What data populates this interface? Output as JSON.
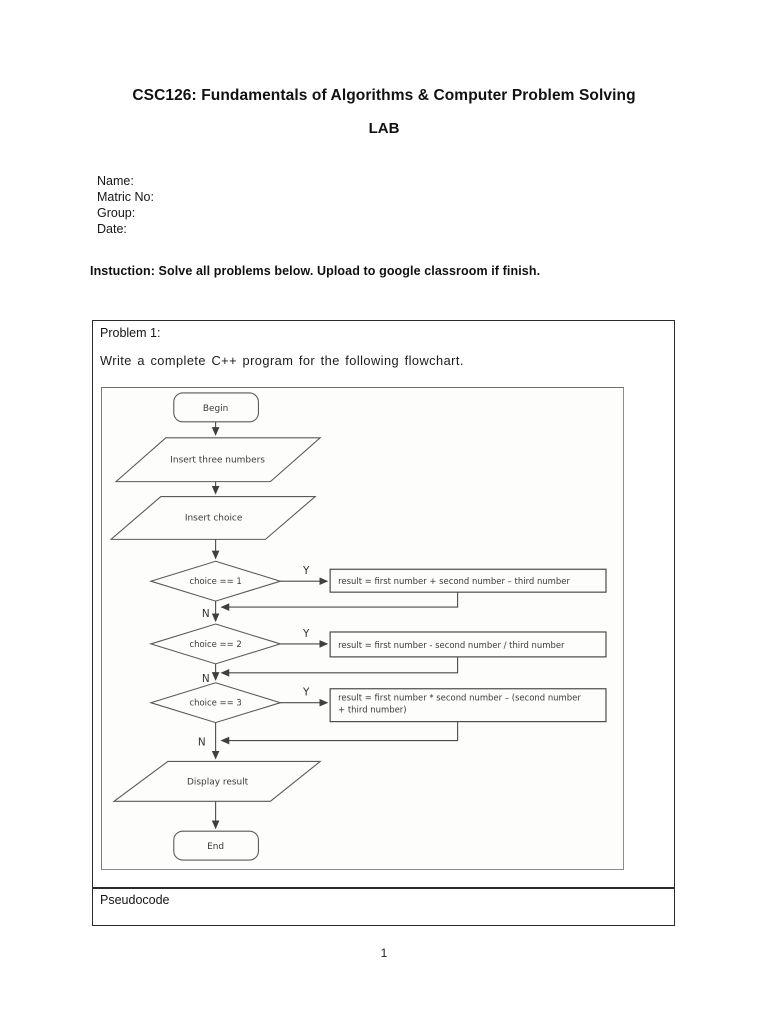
{
  "document": {
    "title": "CSC126: Fundamentals of Algorithms & Computer Problem Solving",
    "subtitle": "LAB",
    "student_fields": [
      {
        "label": "Name:"
      },
      {
        "label": "Matric No:"
      },
      {
        "label": "Group:"
      },
      {
        "label": "Date:"
      }
    ],
    "instruction": "Instuction: Solve all problems below. Upload to google classroom if finish.",
    "page_number": "1"
  },
  "problem": {
    "title": "Problem 1:",
    "prompt": "Write a complete C++ program for the following flowchart.",
    "pseudocode_label": "Pseudocode"
  },
  "flowchart": {
    "type": "flowchart",
    "nodes": {
      "begin": "Begin",
      "input_numbers": "Insert three numbers",
      "input_choice": "Insert choice",
      "decision1": "choice == 1",
      "decision2": "choice == 2",
      "decision3": "choice == 3",
      "process1": "result = first number + second number – third number",
      "process2": "result = first number - second number / third number",
      "process3_line1": "result = first number * second number – (second number",
      "process3_line2": "+ third number)",
      "output": "Display result",
      "end": "End",
      "yes_label": "Y",
      "no_label": "N"
    },
    "colors": {
      "ink": "#3a3a3a",
      "stroke": "#5a5a5a",
      "paper": "#fdfdfc"
    }
  }
}
